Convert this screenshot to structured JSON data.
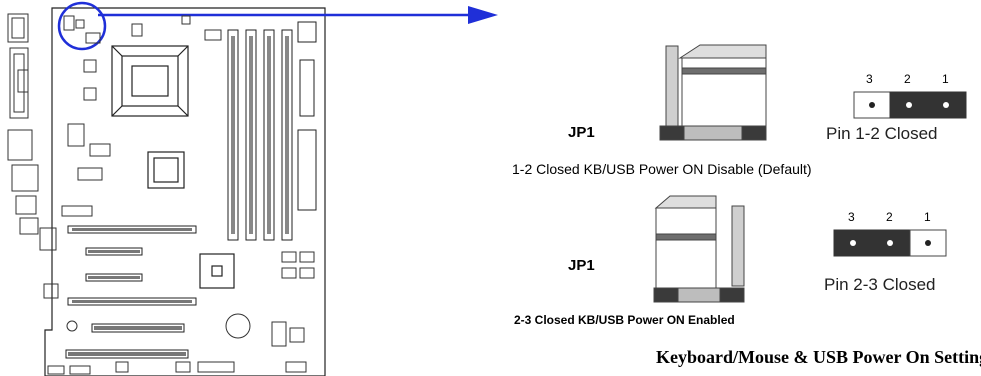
{
  "jumper1": {
    "label": "JP1",
    "pin_numbers": [
      "3",
      "2",
      "1"
    ],
    "pin_caption": "Pin 1-2 Closed",
    "setting_text": "1-2 Closed KB/USB Power ON Disable (Default)"
  },
  "jumper2": {
    "label": "JP1",
    "pin_numbers": [
      "3",
      "2",
      "1"
    ],
    "pin_caption": "Pin 2-3 Closed",
    "setting_text": "2-3 Closed KB/USB Power ON Enabled"
  },
  "footer": {
    "title": "Keyboard/Mouse & USB Power On Setting"
  },
  "colors": {
    "arrow": "#1f2fd8",
    "highlight_circle": "#1f2fd8",
    "pin_closed": "#333333",
    "pin_open_bg": "#ffffff",
    "cap_shade": "#c8c8c8",
    "cap_dark": "#3a3a3a"
  }
}
